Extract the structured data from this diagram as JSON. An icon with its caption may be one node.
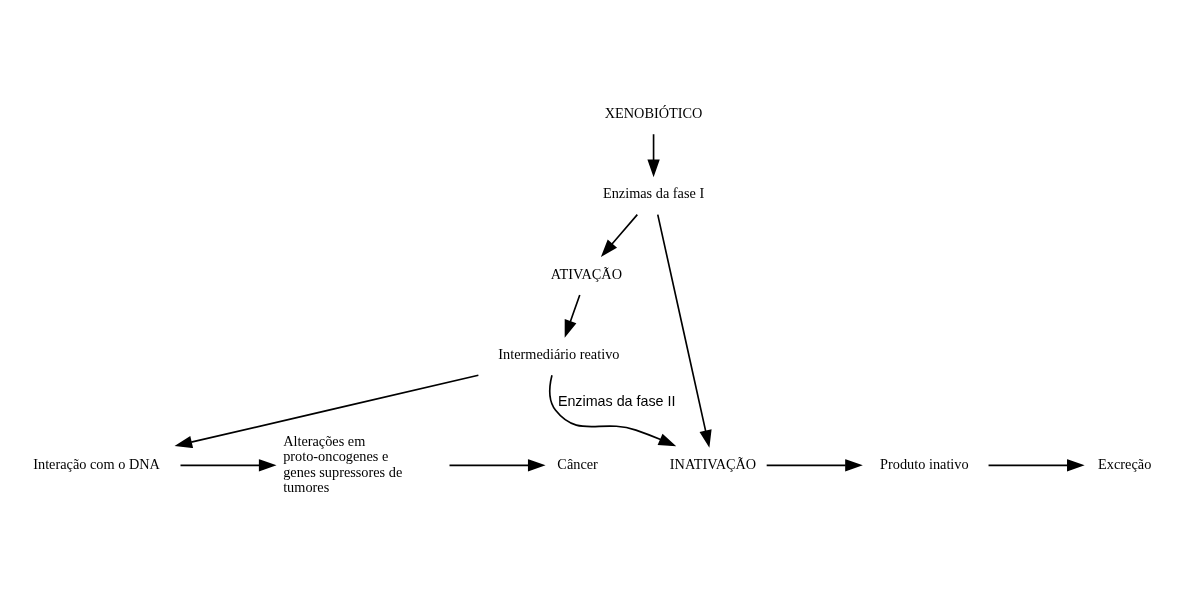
{
  "diagram": {
    "nodes": [
      {
        "text": [
          "XENOBIÓTICO"
        ]
      },
      {
        "text": [
          "Enzimas da fase I"
        ]
      },
      {
        "text": [
          "ATIVAÇÃO"
        ]
      },
      {
        "text": [
          "INATIVAÇÃO"
        ]
      },
      {
        "text": [
          "Produto inativo"
        ]
      },
      {
        "text": [
          "Excreção"
        ]
      },
      {
        "text": [
          "Intermediário reativo"
        ]
      },
      {
        "text": [
          "Interação com o DNA"
        ]
      },
      {
        "text": [
          "Alterações em proto-oncogenes e genes supressores de tumores"
        ]
      },
      {
        "text": [
          "Câncer"
        ]
      }
    ],
    "edges": [
      {
        "from": 0,
        "to": 1,
        "arrow": "to"
      },
      {
        "from": 1,
        "to": 2,
        "arrow": "to"
      },
      {
        "from": 1,
        "to": 3,
        "arrow": "to"
      },
      {
        "from": 3,
        "to": 4,
        "arrow": "to"
      },
      {
        "from": 4,
        "to": 5,
        "arrow": "to"
      },
      {
        "from": 2,
        "to": 6,
        "arrow": "to"
      },
      {
        "from": 6,
        "to": 3,
        "arrow": "to",
        "label": "Enzimas da fase II"
      },
      {
        "from": 6,
        "to": 7,
        "arrow": "to"
      },
      {
        "from": 7,
        "to": 8,
        "arrow": "to"
      },
      {
        "from": 8,
        "to": 9,
        "arrow": "to"
      }
    ]
  }
}
